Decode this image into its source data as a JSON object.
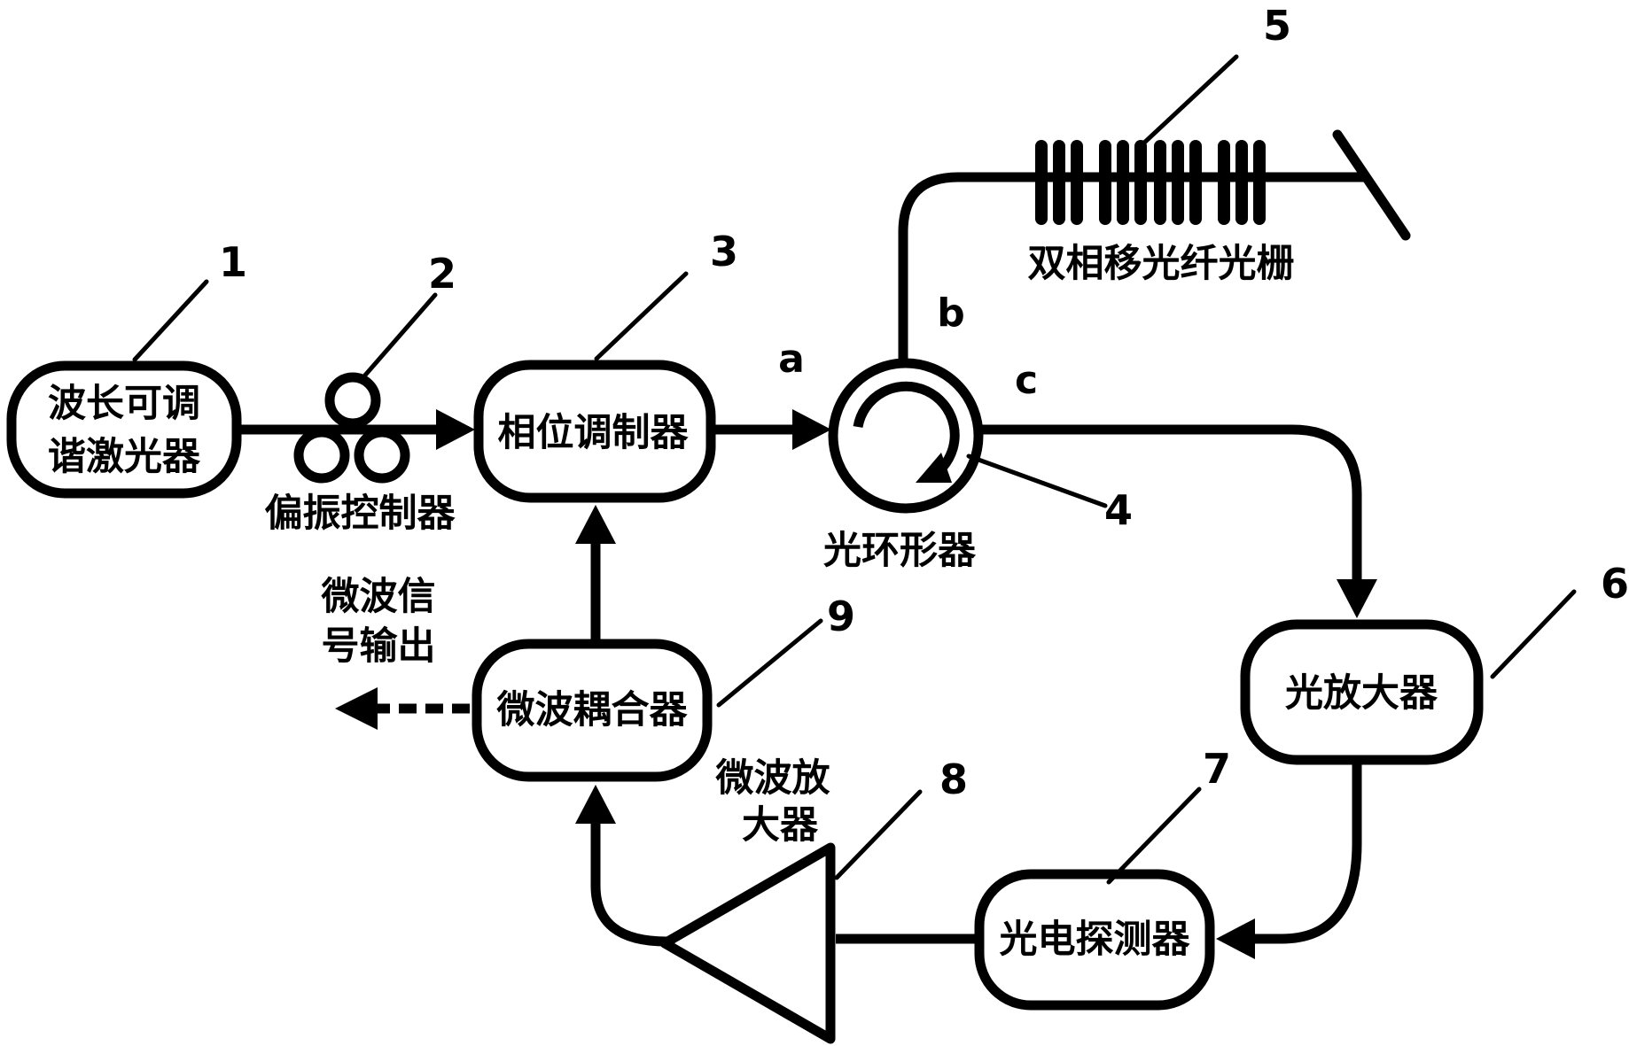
{
  "figure": {
    "kind": "optoelectronic-oscillator-schematic",
    "colors": {
      "ink": "#000000",
      "background": "#ffffff"
    },
    "components": {
      "laser": {
        "ref": "1",
        "line1": "波长可调",
        "line2": "谐激光器"
      },
      "polarization_controller": {
        "ref": "2",
        "label": "偏振控制器"
      },
      "phase_modulator": {
        "ref": "3",
        "label": "相位调制器"
      },
      "circulator": {
        "ref": "4",
        "label": "光环形器"
      },
      "fiber_grating": {
        "ref": "5",
        "label": "双相移光纤光栅"
      },
      "optical_amplifier": {
        "ref": "6",
        "label": "光放大器"
      },
      "photodetector": {
        "ref": "7",
        "label": "光电探测器"
      },
      "microwave_amplifier": {
        "ref": "8",
        "line1": "微波放",
        "line2": "大器"
      },
      "microwave_coupler": {
        "ref": "9",
        "label": "微波耦合器"
      }
    },
    "ports": {
      "a": "a",
      "b": "b",
      "c": "c"
    },
    "output_label": {
      "line1": "微波信",
      "line2": "号输出"
    }
  }
}
